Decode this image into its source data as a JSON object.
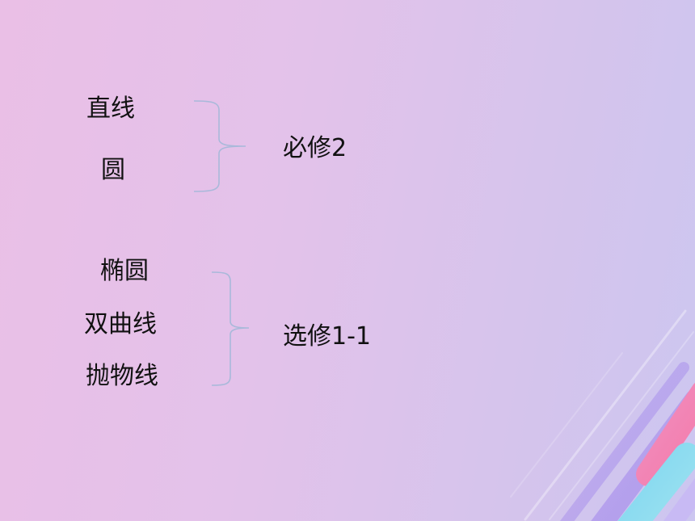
{
  "groups": [
    {
      "items": [
        "直线",
        "圆"
      ],
      "label": "必修2"
    },
    {
      "items": [
        "椭圆",
        "双曲线",
        "抛物线"
      ],
      "label": "选修1-1"
    }
  ]
}
